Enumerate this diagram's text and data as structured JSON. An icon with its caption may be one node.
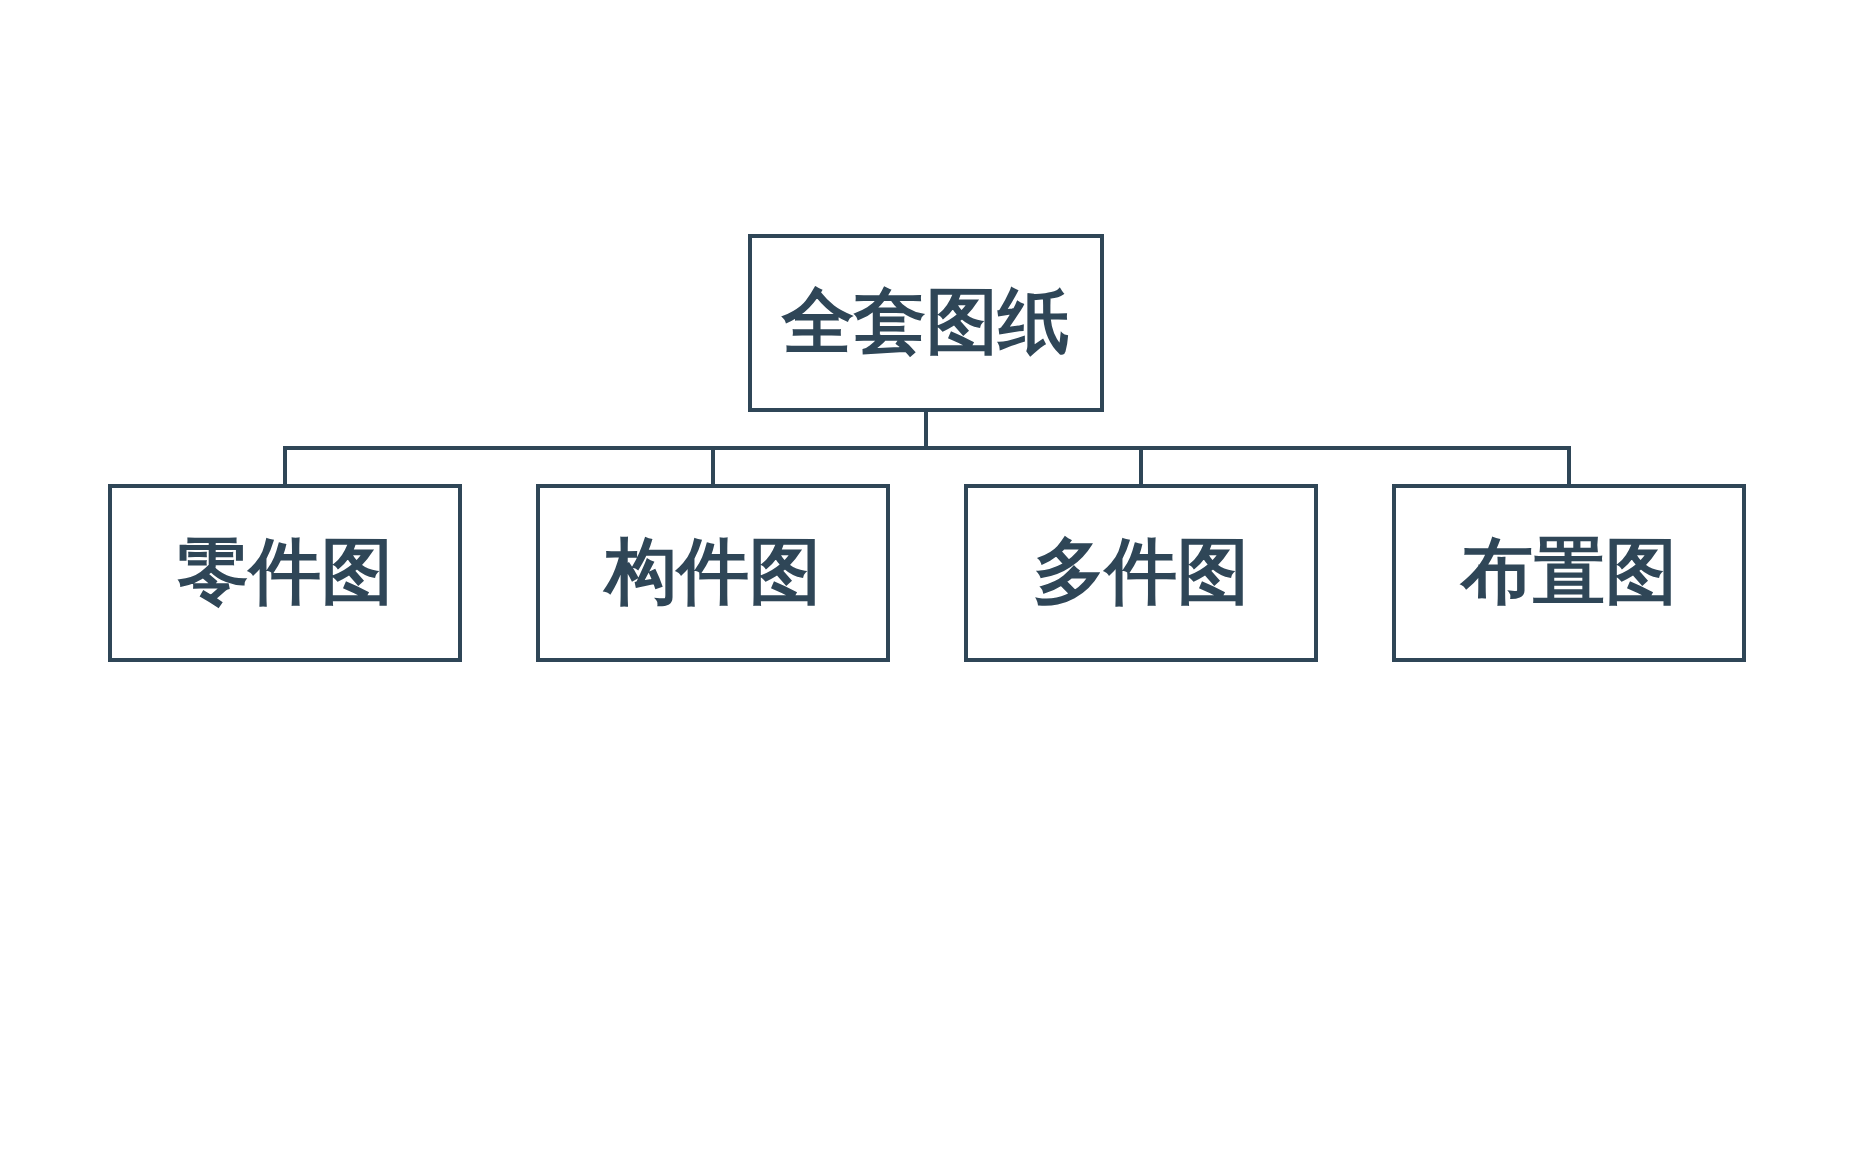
{
  "diagram": {
    "nodes": [
      {
        "text": [
          "全套图纸"
        ]
      },
      {
        "text": [
          "零件图"
        ]
      },
      {
        "text": [
          "构件图"
        ]
      },
      {
        "text": [
          "多件图"
        ]
      },
      {
        "text": [
          "布置图"
        ]
      }
    ],
    "edges": [
      {
        "from": 0,
        "to": 1,
        "arrow": "none"
      },
      {
        "from": 0,
        "to": 2,
        "arrow": "none"
      },
      {
        "from": 0,
        "to": 3,
        "arrow": "none"
      },
      {
        "from": 0,
        "to": 4,
        "arrow": "none"
      }
    ]
  }
}
